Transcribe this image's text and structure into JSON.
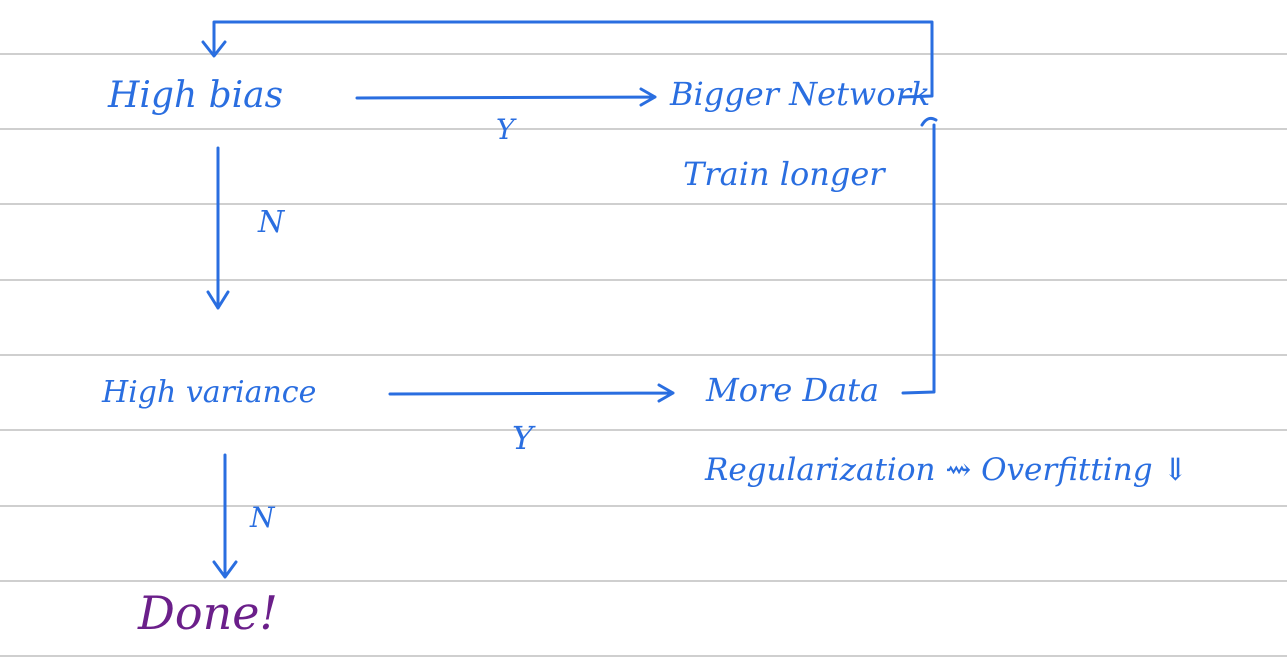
{
  "diagram": {
    "nodes": {
      "high_bias": "High bias",
      "bigger_network": "Bigger Network",
      "train_longer": "Train longer",
      "high_variance": "High variance",
      "more_data": "More Data",
      "regularization": "Regularization ⇝ Overfitting ⇓",
      "done": "Done!"
    },
    "edge_labels": {
      "bias_yes": "Y",
      "bias_no": "N",
      "variance_yes": "Y",
      "variance_no": "N"
    }
  },
  "colors": {
    "ink_blue": "#2a6ee0",
    "ink_purple": "#6b1f8a",
    "ruled_line": "#cfcfcf"
  }
}
